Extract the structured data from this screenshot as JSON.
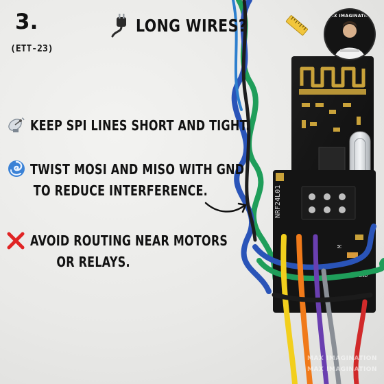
{
  "step": {
    "number": "3.",
    "code": "(ETT-23)"
  },
  "headline": {
    "text": "LONG WIRES?",
    "left_icon": "plug-icon",
    "right_icon": "ruler-icon"
  },
  "tips": [
    {
      "icon": "satellite-antenna-icon",
      "lines": [
        "KEEP SPI LINES SHORT AND TIGHT."
      ]
    },
    {
      "icon": "cyclone-icon",
      "lines": [
        "TWIST MOSI AND MISO WITH GND",
        "TO REDUCE INTERFERENCE."
      ]
    },
    {
      "icon": "cross-mark-icon",
      "lines": [
        "AVOID ROUTING NEAR MOTORS",
        "OR RELAYS."
      ]
    }
  ],
  "logo": {
    "text": "MAX IMAGINATION"
  },
  "module": {
    "label": "NRF24L01",
    "pin_labels": [
      "GND",
      "M"
    ]
  },
  "watermark": [
    "MAX IMAGINATION",
    "MAX IMAGINATION"
  ],
  "colors": {
    "text": "#111111",
    "board": "#151515",
    "gold": "#c9a23a",
    "wire_green": "#1f9e5a",
    "wire_blue": "#2a54b8",
    "wire_red": "#d12a2a",
    "wire_orange": "#f07a1a",
    "wire_yellow": "#f2cf1d",
    "wire_purple": "#6a3fb0",
    "wire_gray": "#8a8f96",
    "cross_red": "#e02424"
  }
}
